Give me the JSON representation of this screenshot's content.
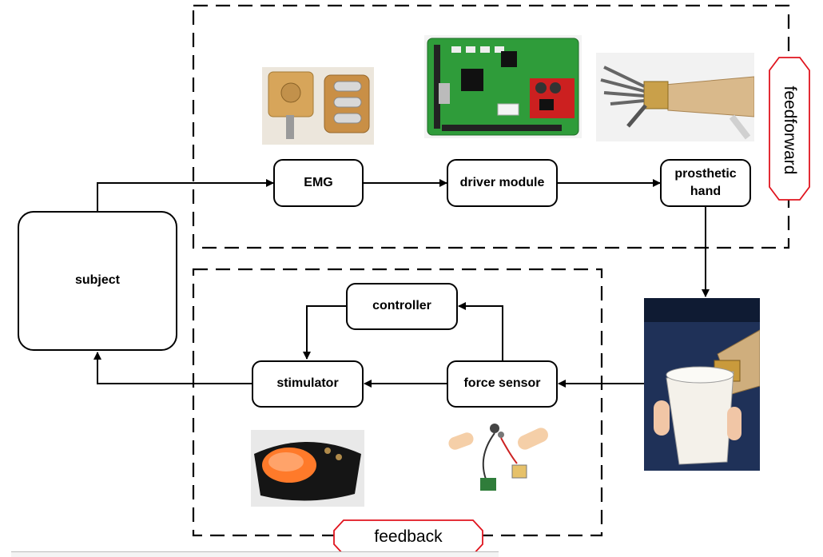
{
  "blocks": {
    "emg": "EMG",
    "driver": "driver module",
    "prosthetic": "prosthetic\nhand",
    "subject": "subject",
    "controller": "controller",
    "stimulator": "stimulator",
    "force": "force sensor"
  },
  "labels": {
    "feedforward": "feedforward",
    "feedback": "feedback"
  },
  "photos": {
    "emg_electrodes": "emg-electrode-photo",
    "driver_board": "driver-board-photo",
    "prosthetic_hand": "prosthetic-hand-photo",
    "cup_grasp": "cup-grasp-photo",
    "stimulator_band": "stimulator-band-photo",
    "force_sensor_parts": "force-sensor-parts-photo"
  },
  "colors": {
    "line": "#000000",
    "tag_border": "#e0141e"
  }
}
